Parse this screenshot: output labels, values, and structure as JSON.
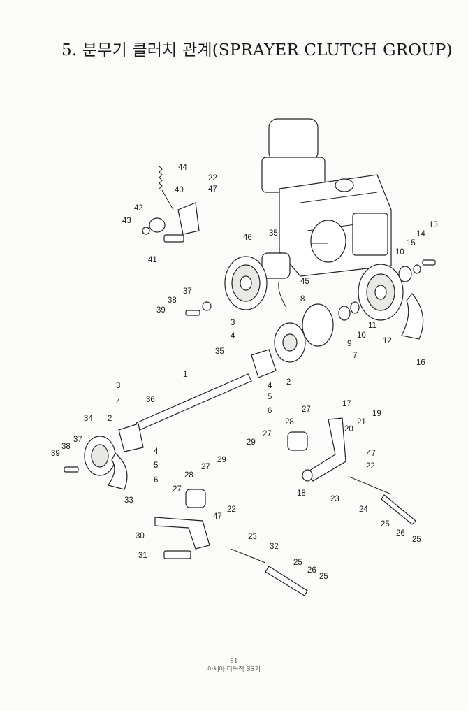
{
  "page": {
    "title": "5. 분무기 클러치 관계(SPRAYER CLUTCH GROUP)",
    "page_number": "81",
    "footer_text": "아세아 다목적 SS기"
  },
  "callouts": [
    {
      "id": "c44",
      "label": "44"
    },
    {
      "id": "c22a",
      "label": "22"
    },
    {
      "id": "c40",
      "label": "40"
    },
    {
      "id": "c47a",
      "label": "47"
    },
    {
      "id": "c42",
      "label": "42"
    },
    {
      "id": "c43",
      "label": "43"
    },
    {
      "id": "c41",
      "label": "41"
    },
    {
      "id": "c35a",
      "label": "35"
    },
    {
      "id": "c46",
      "label": "46"
    },
    {
      "id": "c45",
      "label": "45"
    },
    {
      "id": "c37a",
      "label": "37"
    },
    {
      "id": "c38a",
      "label": "38"
    },
    {
      "id": "c39a",
      "label": "39"
    },
    {
      "id": "c13",
      "label": "13"
    },
    {
      "id": "c14",
      "label": "14"
    },
    {
      "id": "c15",
      "label": "15"
    },
    {
      "id": "c10a",
      "label": "10"
    },
    {
      "id": "c12",
      "label": "12"
    },
    {
      "id": "c11",
      "label": "11"
    },
    {
      "id": "c10b",
      "label": "10"
    },
    {
      "id": "c9",
      "label": "9"
    },
    {
      "id": "c8",
      "label": "8"
    },
    {
      "id": "c16",
      "label": "16"
    },
    {
      "id": "c7",
      "label": "7"
    },
    {
      "id": "c3a",
      "label": "3"
    },
    {
      "id": "c4a",
      "label": "4"
    },
    {
      "id": "c35b",
      "label": "35"
    },
    {
      "id": "c2a",
      "label": "2"
    },
    {
      "id": "c4b",
      "label": "4"
    },
    {
      "id": "c5a",
      "label": "5"
    },
    {
      "id": "c6a",
      "label": "6"
    },
    {
      "id": "c1",
      "label": "1"
    },
    {
      "id": "c3b",
      "label": "3"
    },
    {
      "id": "c4c",
      "label": "4"
    },
    {
      "id": "c36",
      "label": "36"
    },
    {
      "id": "c34",
      "label": "34"
    },
    {
      "id": "c2b",
      "label": "2"
    },
    {
      "id": "c37b",
      "label": "37"
    },
    {
      "id": "c38b",
      "label": "38"
    },
    {
      "id": "c39b",
      "label": "39"
    },
    {
      "id": "c4d",
      "label": "4"
    },
    {
      "id": "c5b",
      "label": "5"
    },
    {
      "id": "c6b",
      "label": "6"
    },
    {
      "id": "c33",
      "label": "33"
    },
    {
      "id": "c27a",
      "label": "27"
    },
    {
      "id": "c17",
      "label": "17"
    },
    {
      "id": "c19",
      "label": "19"
    },
    {
      "id": "c28a",
      "label": "28"
    },
    {
      "id": "c21",
      "label": "21"
    },
    {
      "id": "c27b",
      "label": "27"
    },
    {
      "id": "c20",
      "label": "20"
    },
    {
      "id": "c29a",
      "label": "29"
    },
    {
      "id": "c47b",
      "label": "47"
    },
    {
      "id": "c22b",
      "label": "22"
    },
    {
      "id": "c18",
      "label": "18"
    },
    {
      "id": "c23a",
      "label": "23"
    },
    {
      "id": "c28b",
      "label": "28"
    },
    {
      "id": "c27c",
      "label": "27"
    },
    {
      "id": "c29b",
      "label": "29"
    },
    {
      "id": "c27d",
      "label": "27"
    },
    {
      "id": "c22c",
      "label": "22"
    },
    {
      "id": "c47c",
      "label": "47"
    },
    {
      "id": "c24",
      "label": "24"
    },
    {
      "id": "c25a",
      "label": "25"
    },
    {
      "id": "c26a",
      "label": "26"
    },
    {
      "id": "c25b",
      "label": "25"
    },
    {
      "id": "c30",
      "label": "30"
    },
    {
      "id": "c23b",
      "label": "23"
    },
    {
      "id": "c32",
      "label": "32"
    },
    {
      "id": "c31",
      "label": "31"
    },
    {
      "id": "c25c",
      "label": "25"
    },
    {
      "id": "c26b",
      "label": "26"
    },
    {
      "id": "c25d",
      "label": "25"
    }
  ]
}
